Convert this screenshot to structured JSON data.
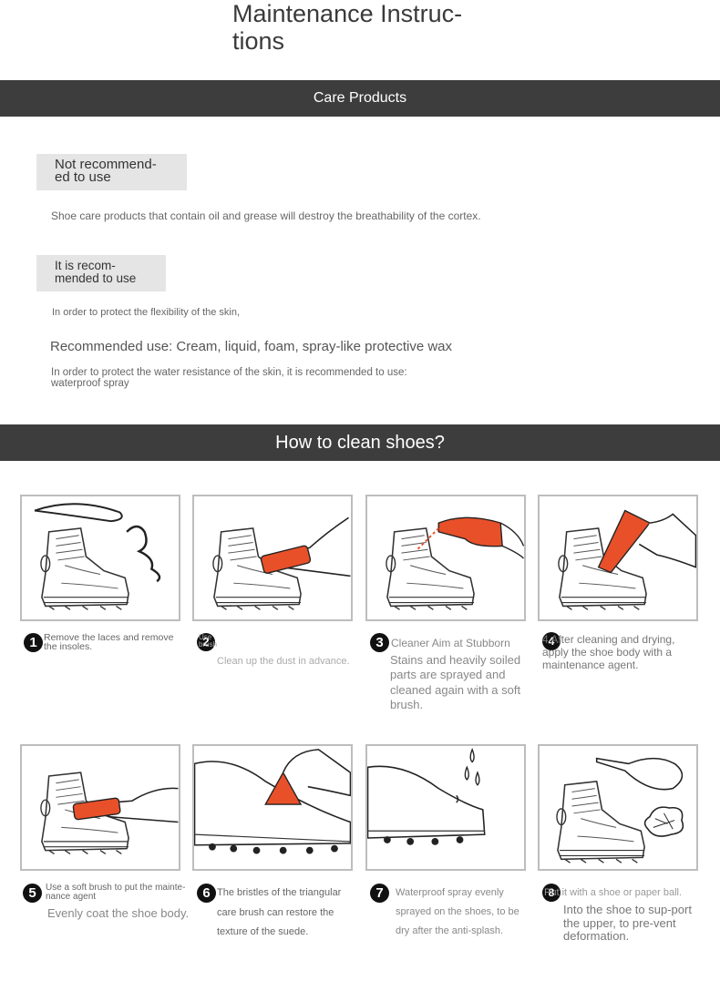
{
  "header": {
    "title_line1": "Maintenance Instruc-",
    "title_line2": "tions"
  },
  "care": {
    "band_title": "Care Products",
    "not_recommended": {
      "line1": "Not recommend-",
      "line2": "ed to use"
    },
    "oil_warning": "Shoe care products that contain oil and grease will destroy the breathability of the cortex.",
    "recommended": {
      "line1": "It is recom-",
      "line2": "mended to use"
    },
    "flexibility_note": "In order to protect the flexibility of the skin,",
    "recommended_use": "Recommended use: Cream, liquid, foam, spray-like protective wax",
    "water_note": "In order to protect the water resistance of the skin, it is recommended to use: waterproof spray"
  },
  "clean": {
    "band_title": "How to clean shoes?",
    "steps": [
      {
        "num": "1",
        "text": "Remove the laces and remove the insoles."
      },
      {
        "num": "2",
        "text": "Use brush",
        "sub": "Clean up the dust in advance."
      },
      {
        "num": "3",
        "text": "Cleaner Aim at Stubborn",
        "sub": "Stains and heavily soiled parts are sprayed and cleaned again with a soft brush."
      },
      {
        "num": "4",
        "text": "4 After cleaning and drying, apply the shoe body with a maintenance agent."
      },
      {
        "num": "5",
        "text": "Use a soft brush to put the mainte-nance agent",
        "sub": "Evenly coat the shoe body."
      },
      {
        "num": "6",
        "text": "The bristles of the triangular care brush can restore the texture of the suede."
      },
      {
        "num": "7",
        "text": "Waterproof spray evenly sprayed on the shoes, to be dry after the anti-splash."
      },
      {
        "num": "8",
        "text": "Put it with a shoe or paper ball.",
        "sub": "Into the shoe to sup-port the upper, to pre-vent deformation."
      }
    ]
  },
  "colors": {
    "band": "#3d3d3d",
    "accent": "#e8502a",
    "tag": "#e5e5e5"
  }
}
